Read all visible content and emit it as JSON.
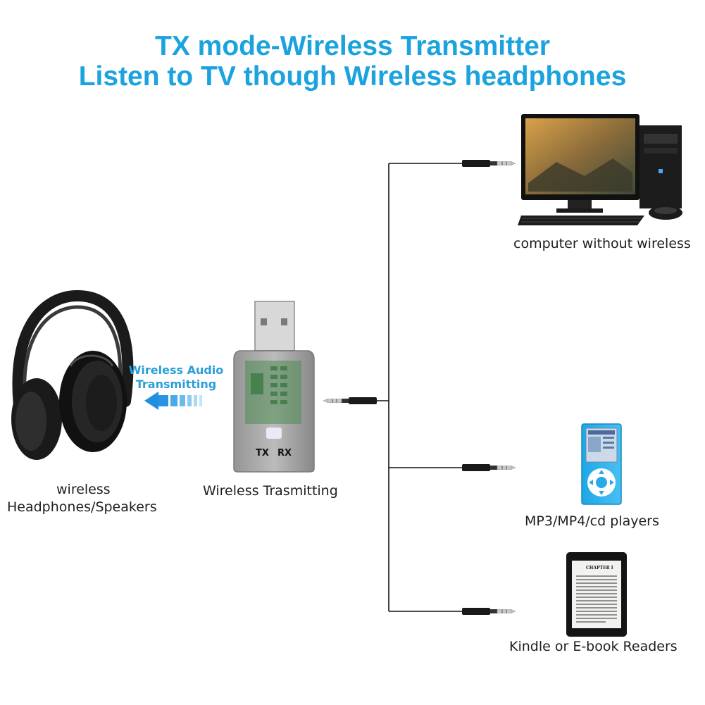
{
  "title": {
    "line1": "TX mode-Wireless Transmitter",
    "line2": "Listen to TV though Wireless headphones"
  },
  "devices": {
    "headphones": {
      "line1": "wireless",
      "line2": "Headphones/Speakers",
      "icon": "headphones-icon"
    },
    "transmitter": {
      "label": "Wireless Trasmitting",
      "tx": "TX",
      "rx": "RX",
      "icon": "usb-transmitter-icon"
    },
    "computer": {
      "label": "computer without wireless",
      "icon": "desktop-computer-icon"
    },
    "mp3": {
      "label": "MP3/MP4/cd players",
      "icon": "mp3-player-icon"
    },
    "kindle": {
      "label": "Kindle or E-book Readers",
      "icon": "ebook-reader-icon",
      "screen_heading": "CHAPTER I"
    }
  },
  "arrow": {
    "line1": "Wireless Audio",
    "line2": "Transmitting"
  },
  "colors": {
    "title": "#1aa3de",
    "arrow": "#2a9fd8",
    "cable": "#111111"
  }
}
